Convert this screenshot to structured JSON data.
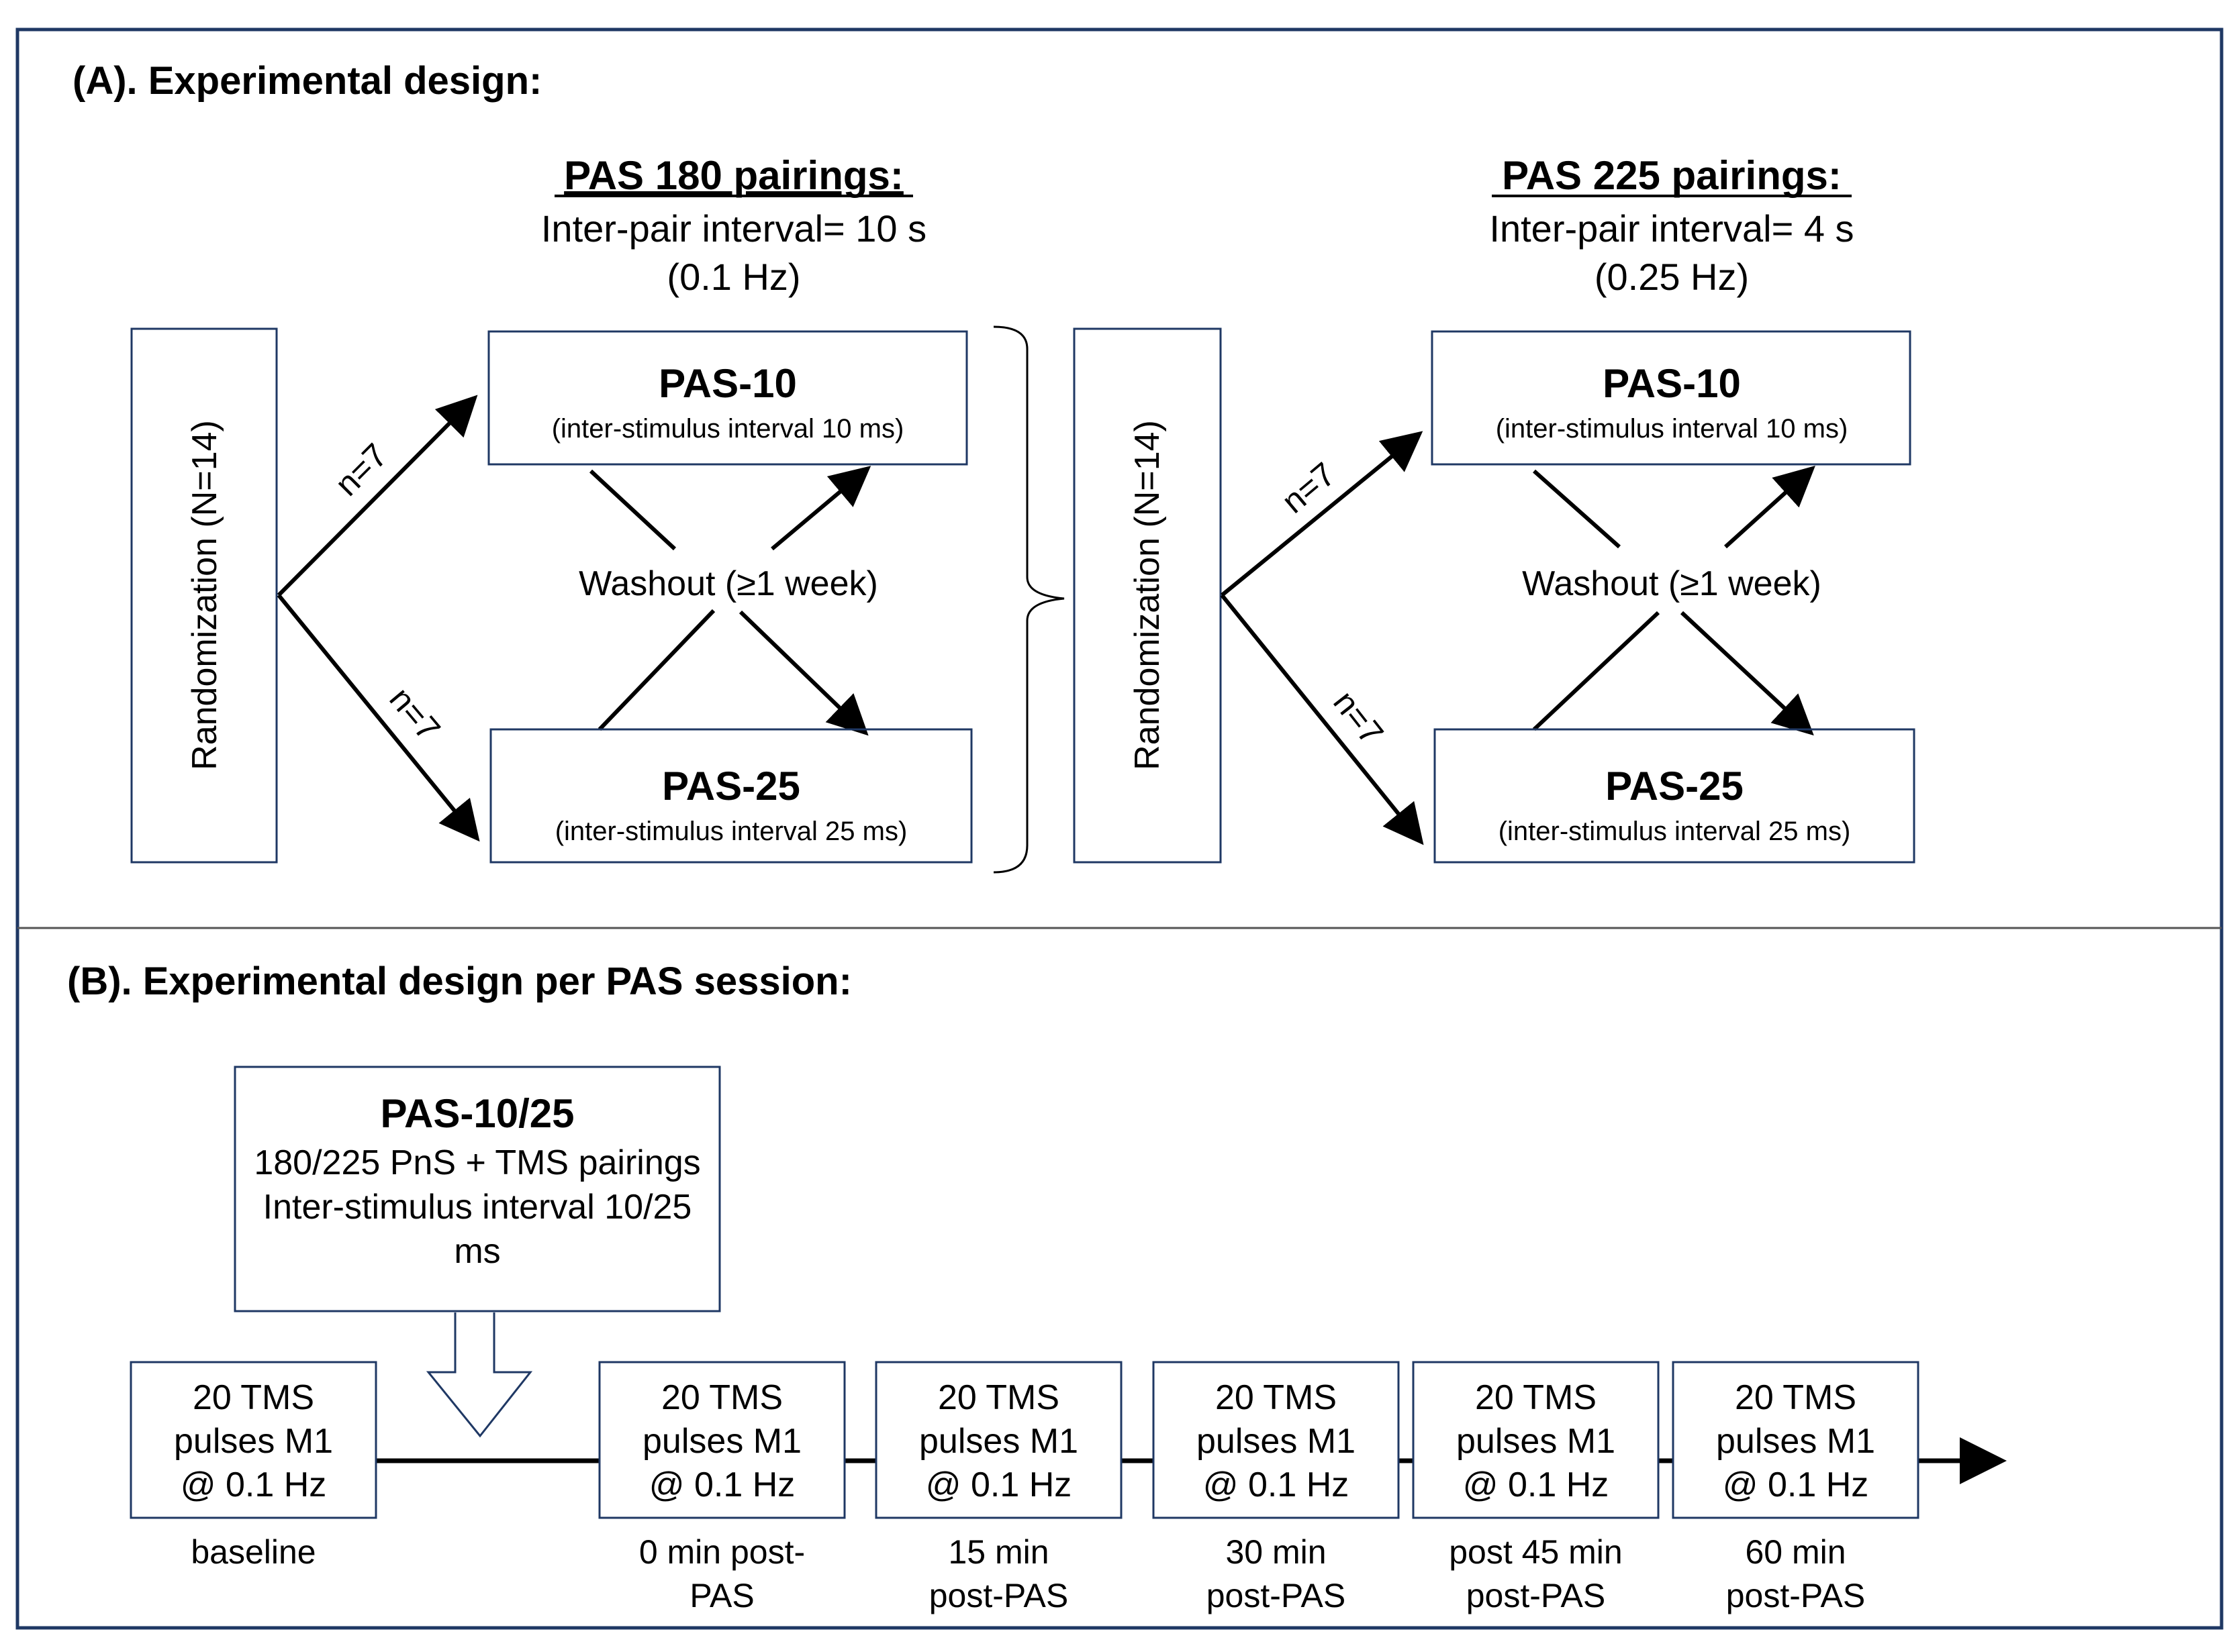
{
  "panel_a": {
    "title": "(A). Experimental design:",
    "groups": [
      {
        "header": "PAS 180 pairings:",
        "interval": "Inter-pair interval= 10 s",
        "frequency": "(0.1 Hz)",
        "randomization": "Randomization (N=14)",
        "n_top": "n=7",
        "n_bottom": "n=7",
        "pas10_title": "PAS-10",
        "pas10_sub": "(inter-stimulus interval 10 ms)",
        "pas25_title": "PAS-25",
        "pas25_sub": "(inter-stimulus interval 25 ms)",
        "washout": "Washout (≥1 week)"
      },
      {
        "header": "PAS 225 pairings:",
        "interval": "Inter-pair interval= 4 s",
        "frequency": "(0.25 Hz)",
        "randomization": "Randomization (N=14)",
        "n_top": "n=7",
        "n_bottom": "n=7",
        "pas10_title": "PAS-10",
        "pas10_sub": "(inter-stimulus interval 10 ms)",
        "pas25_title": "PAS-25",
        "pas25_sub": "(inter-stimulus interval 25 ms)",
        "washout": "Washout (≥1 week)"
      }
    ]
  },
  "panel_b": {
    "title": "(B). Experimental design per PAS session:",
    "intervention": {
      "title": "PAS-10/25",
      "lines": [
        "180/225 PnS + TMS pairings",
        "Inter-stimulus interval 10/25",
        "ms"
      ]
    },
    "measurements": [
      {
        "lines": [
          "20 TMS",
          "pulses M1",
          "@ 0.1 Hz"
        ],
        "label": [
          "baseline"
        ]
      },
      {
        "lines": [
          "20 TMS",
          "pulses M1",
          "@ 0.1 Hz"
        ],
        "label": [
          "0 min post-",
          "PAS"
        ]
      },
      {
        "lines": [
          "20 TMS",
          "pulses M1",
          "@ 0.1 Hz"
        ],
        "label": [
          "15 min",
          "post-PAS"
        ]
      },
      {
        "lines": [
          "20 TMS",
          "pulses M1",
          "@ 0.1 Hz"
        ],
        "label": [
          "30 min",
          "post-PAS"
        ]
      },
      {
        "lines": [
          "20 TMS",
          "pulses M1",
          "@ 0.1 Hz"
        ],
        "label": [
          "post 45 min",
          "post-PAS"
        ]
      },
      {
        "lines": [
          "20 TMS",
          "pulses M1",
          "@ 0.1 Hz"
        ],
        "label": [
          "60 min",
          "post-PAS"
        ]
      }
    ]
  },
  "colors": {
    "outer_border": "#1f3864",
    "box_border": "#1f3864",
    "line": "#000000",
    "text": "#000000",
    "divider": "#555555"
  }
}
